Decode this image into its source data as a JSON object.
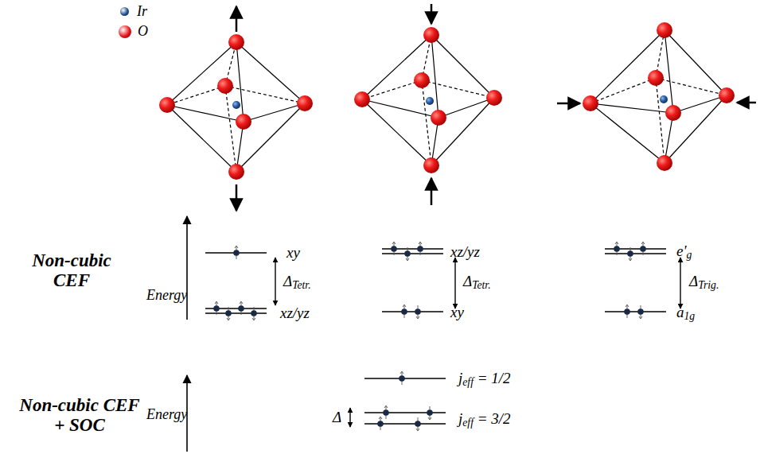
{
  "diagram": {
    "labels": [
      "Non-cubic CEF",
      "Energy",
      "xy",
      "ΔTetr.",
      "xz/yz",
      "xz/yz",
      "ΔTetr.",
      "xy",
      "e'g",
      "ΔTrig.",
      "a1g",
      "Non-cubic CEF + SOC",
      "Energy",
      "jeff = 1/2",
      "jeff = 3/2",
      "Δ"
    ],
    "legend": [
      {
        "text": "Ir",
        "color": "#1f4f8f"
      },
      {
        "text": "O",
        "color": "#e8141b"
      }
    ]
  }
}
